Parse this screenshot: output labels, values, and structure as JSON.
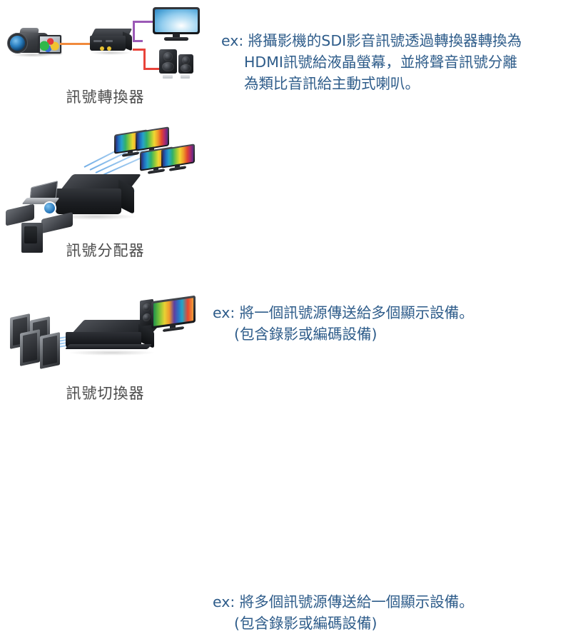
{
  "page": {
    "background": "#ffffff",
    "caption_color": "#2e5c8a",
    "label_color": "#4a4a4a"
  },
  "sections": [
    {
      "id": "converter",
      "label": "訊號轉換器",
      "caption_lines": [
        "ex: 將攝影機的SDI影音訊號透過轉換器轉換為",
        "HDMI訊號給液晶螢幕，並將聲音訊號分離",
        "為類比音訊給主動式喇叭。"
      ],
      "devices": [
        "camcorder",
        "signal-converter-box",
        "lcd-monitor",
        "speaker-pair"
      ],
      "cables": [
        {
          "name": "sdi-cable",
          "color": "#f08a3c"
        },
        {
          "name": "hdmi-cable",
          "color": "#9b59b6"
        },
        {
          "name": "audio-cable",
          "color": "#e8433a"
        }
      ]
    },
    {
      "id": "splitter",
      "label": "訊號分配器",
      "caption_lines": [
        "ex: 將一個訊號源傳送給多個顯示設備。",
        "(包含錄影或編碼設備)"
      ],
      "devices": [
        "laptop",
        "hard-drive",
        "media-player",
        "tower-pc",
        "signal-splitter-box",
        "monitor-1",
        "monitor-2",
        "monitor-3",
        "monitor-4"
      ],
      "cables": [
        {
          "name": "signal-ray",
          "color": "#5aa0e1"
        }
      ]
    },
    {
      "id": "switcher",
      "label": "訊號切換器",
      "caption_lines": [
        "ex: 將多個訊號源傳送給一個顯示設備。",
        "(包含錄影或編碼設備)"
      ],
      "devices": [
        "source-1",
        "source-2",
        "source-3",
        "source-4",
        "signal-switcher-rack",
        "display-monitor"
      ],
      "cables": [
        {
          "name": "signal-ray",
          "color": "#5aa0e1"
        }
      ]
    }
  ]
}
